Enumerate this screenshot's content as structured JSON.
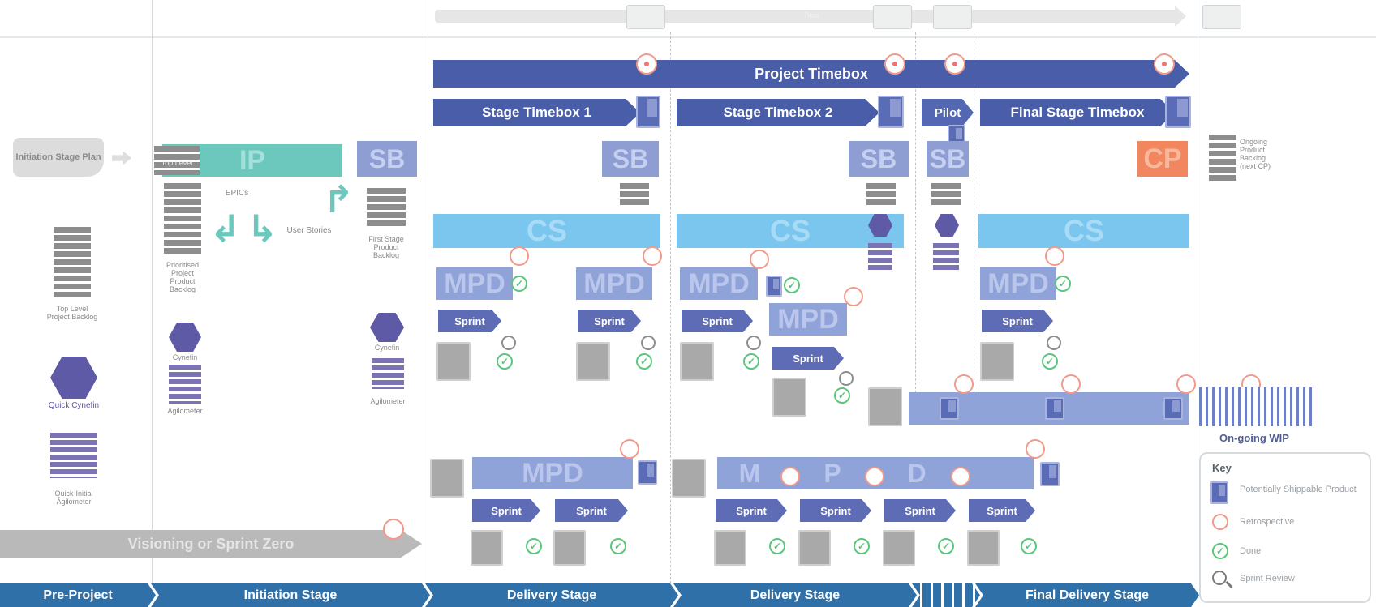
{
  "timeline": {
    "top_label": "Time"
  },
  "timeboxes": {
    "project": "Project Timebox",
    "stage1": "Stage Timebox 1",
    "stage2": "Stage Timebox 2",
    "pilot": "Pilot",
    "final": "Final Stage Timebox"
  },
  "pre_project": {
    "stage_plan": "Initiation Stage Plan",
    "top_level_backlog": "Top Level Project Backlog",
    "quick_cynefin": "Quick Cynefin",
    "quick_agilometer": "Quick-Initial Agilometer"
  },
  "initiation": {
    "ip": "IP",
    "backlog_top_label": "Top Level",
    "epics": "EPICs",
    "user_stories": "User Stories",
    "prioritised_backlog": "Prioritised Project Product Backlog",
    "cynefin": "Cynefin",
    "agilometer": "Agilometer",
    "sb": "SB",
    "first_stage_backlog": "First Stage Product Backlog",
    "cynefin2": "Cynefin",
    "agilometer2": "Agilometer"
  },
  "labels": {
    "sb": "SB",
    "cs": "CS",
    "mpd": "MPD",
    "cp": "CP",
    "sprint": "Sprint",
    "m": "M",
    "p": "P",
    "d": "D"
  },
  "visioning": "Visioning or Sprint Zero",
  "right_panel": {
    "ongoing_backlog": "Ongoing Product Backlog (next CP)",
    "ongoing_wip": "On-going WIP"
  },
  "key": {
    "title": "Key",
    "items": [
      {
        "icon": "cube-icon",
        "label": "Potentially Shippable Product"
      },
      {
        "icon": "retrospective-icon",
        "label": "Retrospective"
      },
      {
        "icon": "done-icon",
        "label": "Done"
      },
      {
        "icon": "sprint-review-icon",
        "label": "Sprint Review"
      }
    ]
  },
  "phases": [
    "Pre-Project",
    "Initiation Stage",
    "Delivery Stage",
    "Delivery Stage",
    "Final Delivery Stage"
  ],
  "colors": {
    "timebox": "#4a5da8",
    "cs": "#7ac6ee",
    "mpd": "#8fa3d8",
    "ip": "#6cc7bd",
    "cp": "#f2875f",
    "phase": "#2f70a8"
  }
}
